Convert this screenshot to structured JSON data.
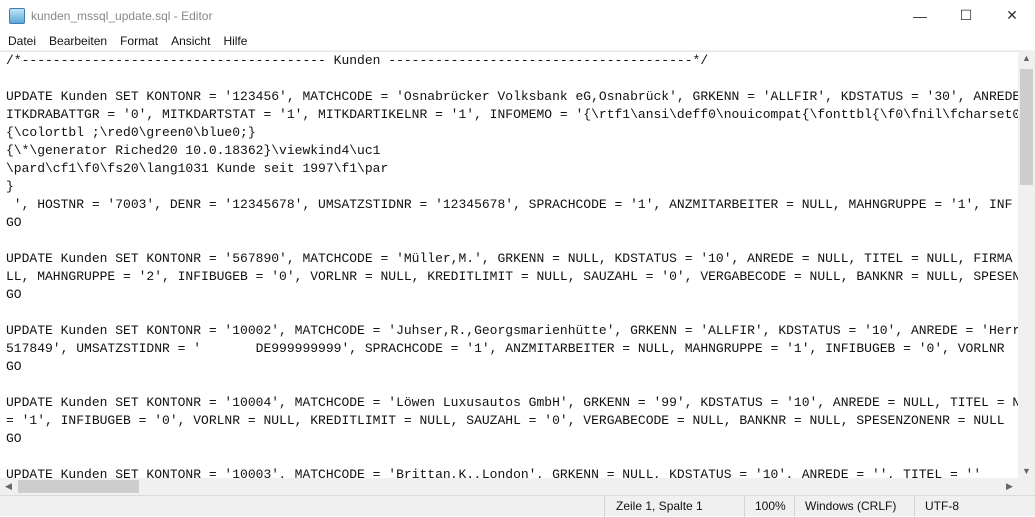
{
  "window": {
    "title": "kunden_mssql_update.sql - Editor",
    "minimize": "—",
    "maximize": "☐",
    "close": "✕"
  },
  "menu": [
    "Datei",
    "Bearbeiten",
    "Format",
    "Ansicht",
    "Hilfe"
  ],
  "editor": {
    "lines": [
      "/*--------------------------------------- Kunden ---------------------------------------*/",
      "",
      "UPDATE Kunden SET KONTONR = '123456', MATCHCODE = 'Osnabrücker Volksbank eG,Osnabrück', GRKENN = 'ALLFIR', KDSTATUS = '30', ANREDE",
      "ITKDRABATTGR = '0', MITKDARTSTAT = '1', MITKDARTIKELNR = '1', INFOMEMO = '{\\rtf1\\ansi\\deff0\\nouicompat{\\fonttbl{\\f0\\fnil\\fcharset0",
      "{\\colortbl ;\\red0\\green0\\blue0;}",
      "{\\*\\generator Riched20 10.0.18362}\\viewkind4\\uc1",
      "\\pard\\cf1\\f0\\fs20\\lang1031 Kunde seit 1997\\f1\\par",
      "}",
      " ', HOSTNR = '7003', DENR = '12345678', UMSATZSTIDNR = '12345678', SPRACHCODE = '1', ANZMITARBEITER = NULL, MAHNGRUPPE = '1', INF",
      "GO",
      "",
      "UPDATE Kunden SET KONTONR = '567890', MATCHCODE = 'Müller,M.', GRKENN = NULL, KDSTATUS = '10', ANREDE = NULL, TITEL = NULL, FIRMA",
      "LL, MAHNGRUPPE = '2', INFIBUGEB = '0', VORLNR = NULL, KREDITLIMIT = NULL, SAUZAHL = '0', VERGABECODE = NULL, BANKNR = NULL, SPESEN",
      "GO",
      "",
      "UPDATE Kunden SET KONTONR = '10002', MATCHCODE = 'Juhser,R.,Georgsmarienhütte', GRKENN = 'ALLFIR', KDSTATUS = '10', ANREDE = 'Herr",
      "517849', UMSATZSTIDNR = '       DE999999999', SPRACHCODE = '1', ANZMITARBEITER = NULL, MAHNGRUPPE = '1', INFIBUGEB = '0', VORLNR",
      "GO",
      "",
      "UPDATE Kunden SET KONTONR = '10004', MATCHCODE = 'Löwen Luxusautos GmbH', GRKENN = '99', KDSTATUS = '10', ANREDE = NULL, TITEL = N",
      "= '1', INFIBUGEB = '0', VORLNR = NULL, KREDITLIMIT = NULL, SAUZAHL = '0', VERGABECODE = NULL, BANKNR = NULL, SPESENZONENR = NULL",
      "GO",
      "",
      "UPDATE Kunden SET KONTONR = '10003', MATCHCODE = 'Brittan,K.,London', GRKENN = NULL, KDSTATUS = '10', ANREDE = '', TITEL = ''"
    ]
  },
  "status": {
    "position": "Zeile 1, Spalte 1",
    "zoom": "100%",
    "line_endings": "Windows (CRLF)",
    "encoding": "UTF-8"
  }
}
